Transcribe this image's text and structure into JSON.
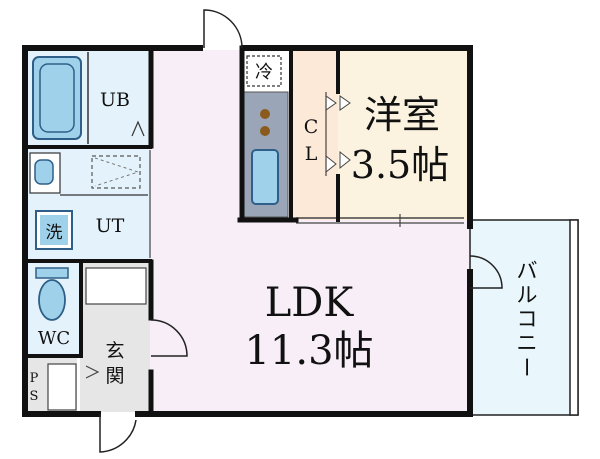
{
  "colors": {
    "wall": "#111111",
    "ldk_floor": "#f7eef8",
    "wet_floor": "#e4f3fb",
    "fixture": "#9fd2ea",
    "fixture_dark": "#2f7fa8",
    "closet_floor": "#fde9d8",
    "entrance_floor": "#e6e6e6",
    "room_floor": "#fbf3df",
    "balcony_floor": "#e9f6fb",
    "kitchen_counter": "#9aa6b8",
    "burner": "#8b5a1e"
  },
  "rooms": {
    "ub": "UB",
    "ut": "UT",
    "wash": "洗",
    "wc": "WC",
    "ps_top": "P",
    "ps_bottom": "S",
    "entrance_line1": "玄",
    "entrance_line2": "関",
    "fridge": "冷",
    "cl_line1": "C",
    "cl_line2": "L",
    "western_name": "洋室",
    "western_size": "3.5帖",
    "ldk_name": "LDK",
    "ldk_size": "11.3帖",
    "balcony_chars": [
      "バ",
      "ル",
      "コ",
      "ニ",
      "ー"
    ]
  }
}
